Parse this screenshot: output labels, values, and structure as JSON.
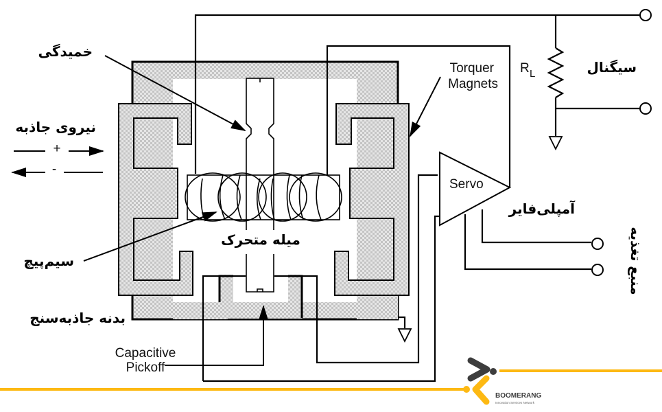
{
  "diagram": {
    "title": "Servo accelerometer schematic",
    "labels": {
      "flexure": "خمیدگی",
      "gravity_force": "نیروی جاذبه",
      "plus_sign": "+",
      "minus_sign": "-",
      "coil": "سیم‌پیچ",
      "moving_rod": "میله متحرک",
      "accelerometer_body": "بدنه جاذبه‌سنج",
      "capacitive_pickoff_line1": "Capacitive",
      "capacitive_pickoff_line2": "Pickoff",
      "torquer_magnets_line1": "Torquer",
      "torquer_magnets_line2": "Magnets",
      "servo": "Servo",
      "amplifier": "آمپلی‌فایر",
      "load_resistor": "R",
      "load_resistor_subscript": "L",
      "signal": "سیگنال",
      "power_supply": "منبع تغذیه"
    }
  },
  "branding": {
    "logo_name": "BOOMERANG",
    "logo_tagline": "Innovation Services Network",
    "accent_color": "#FDB913",
    "logo_dark_color": "#3d3d3d"
  }
}
